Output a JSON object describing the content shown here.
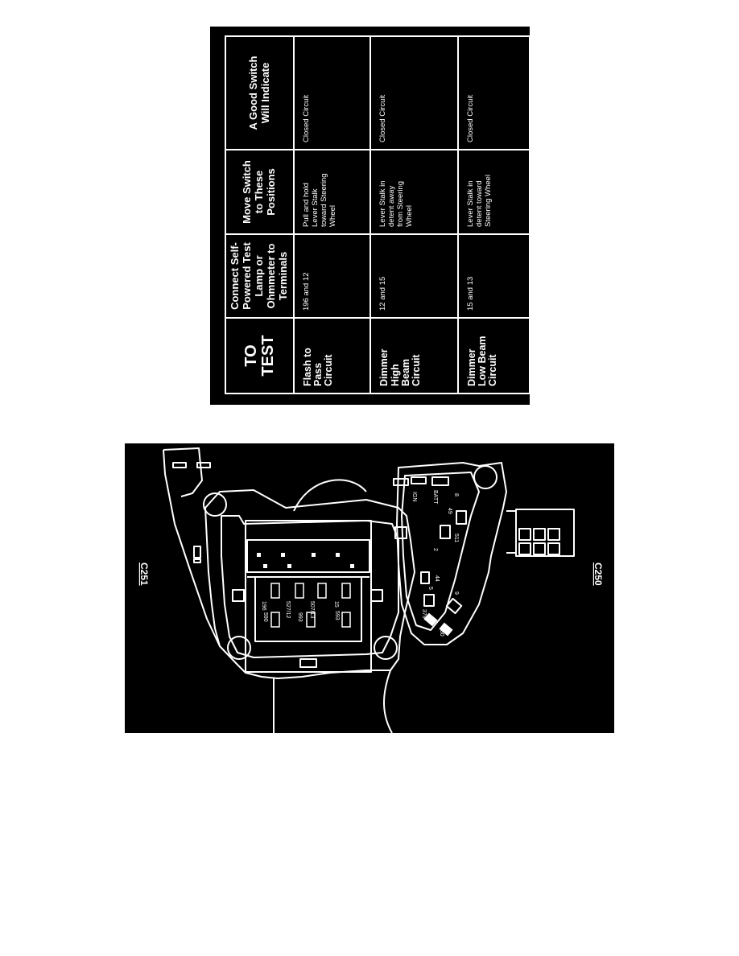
{
  "table": {
    "headers": [
      {
        "lines": [
          "TO",
          "TEST"
        ]
      },
      {
        "lines": [
          "Connect Self-",
          "Powered Test",
          "Lamp or",
          "Ohmmeter to",
          "Terminals"
        ]
      },
      {
        "lines": [
          "Move Switch",
          "to These",
          "Positions"
        ]
      },
      {
        "lines": [
          "A Good Switch",
          "Will Indicate"
        ]
      }
    ],
    "rows": [
      {
        "test": [
          "Flash to",
          "Pass",
          "Circuit"
        ],
        "terminals": "196 and 12",
        "position": [
          "Pull and hold",
          "Lever Stalk",
          "toward Steering",
          "Wheel"
        ],
        "result": "Closed Circuit"
      },
      {
        "test": [
          "Dimmer",
          "High",
          "Beam",
          "Circuit"
        ],
        "terminals": "12 and 15",
        "position": [
          "Lever Stalk in",
          "detent away",
          "from Steering",
          "Wheel"
        ],
        "result": "Closed Circuit"
      },
      {
        "test": [
          "Dimmer",
          "Low Beam",
          "Circuit"
        ],
        "terminals": "15 and 13",
        "position": [
          "Lever Stalk in",
          "detent toward",
          "Steering Wheel"
        ],
        "result": "Closed Circuit"
      }
    ]
  },
  "diagram": {
    "connector_c251": "C251",
    "connector_c250": "C250",
    "c251_pins_top": [
      "196",
      "527/12",
      "507/13",
      "15"
    ],
    "c251_pins_bottom": [
      "590",
      "993",
      "593"
    ],
    "c250_pins": [
      "8",
      "BATT",
      "IGN",
      "49",
      "511",
      "2",
      "44",
      "5",
      "379",
      "9",
      "380"
    ]
  }
}
